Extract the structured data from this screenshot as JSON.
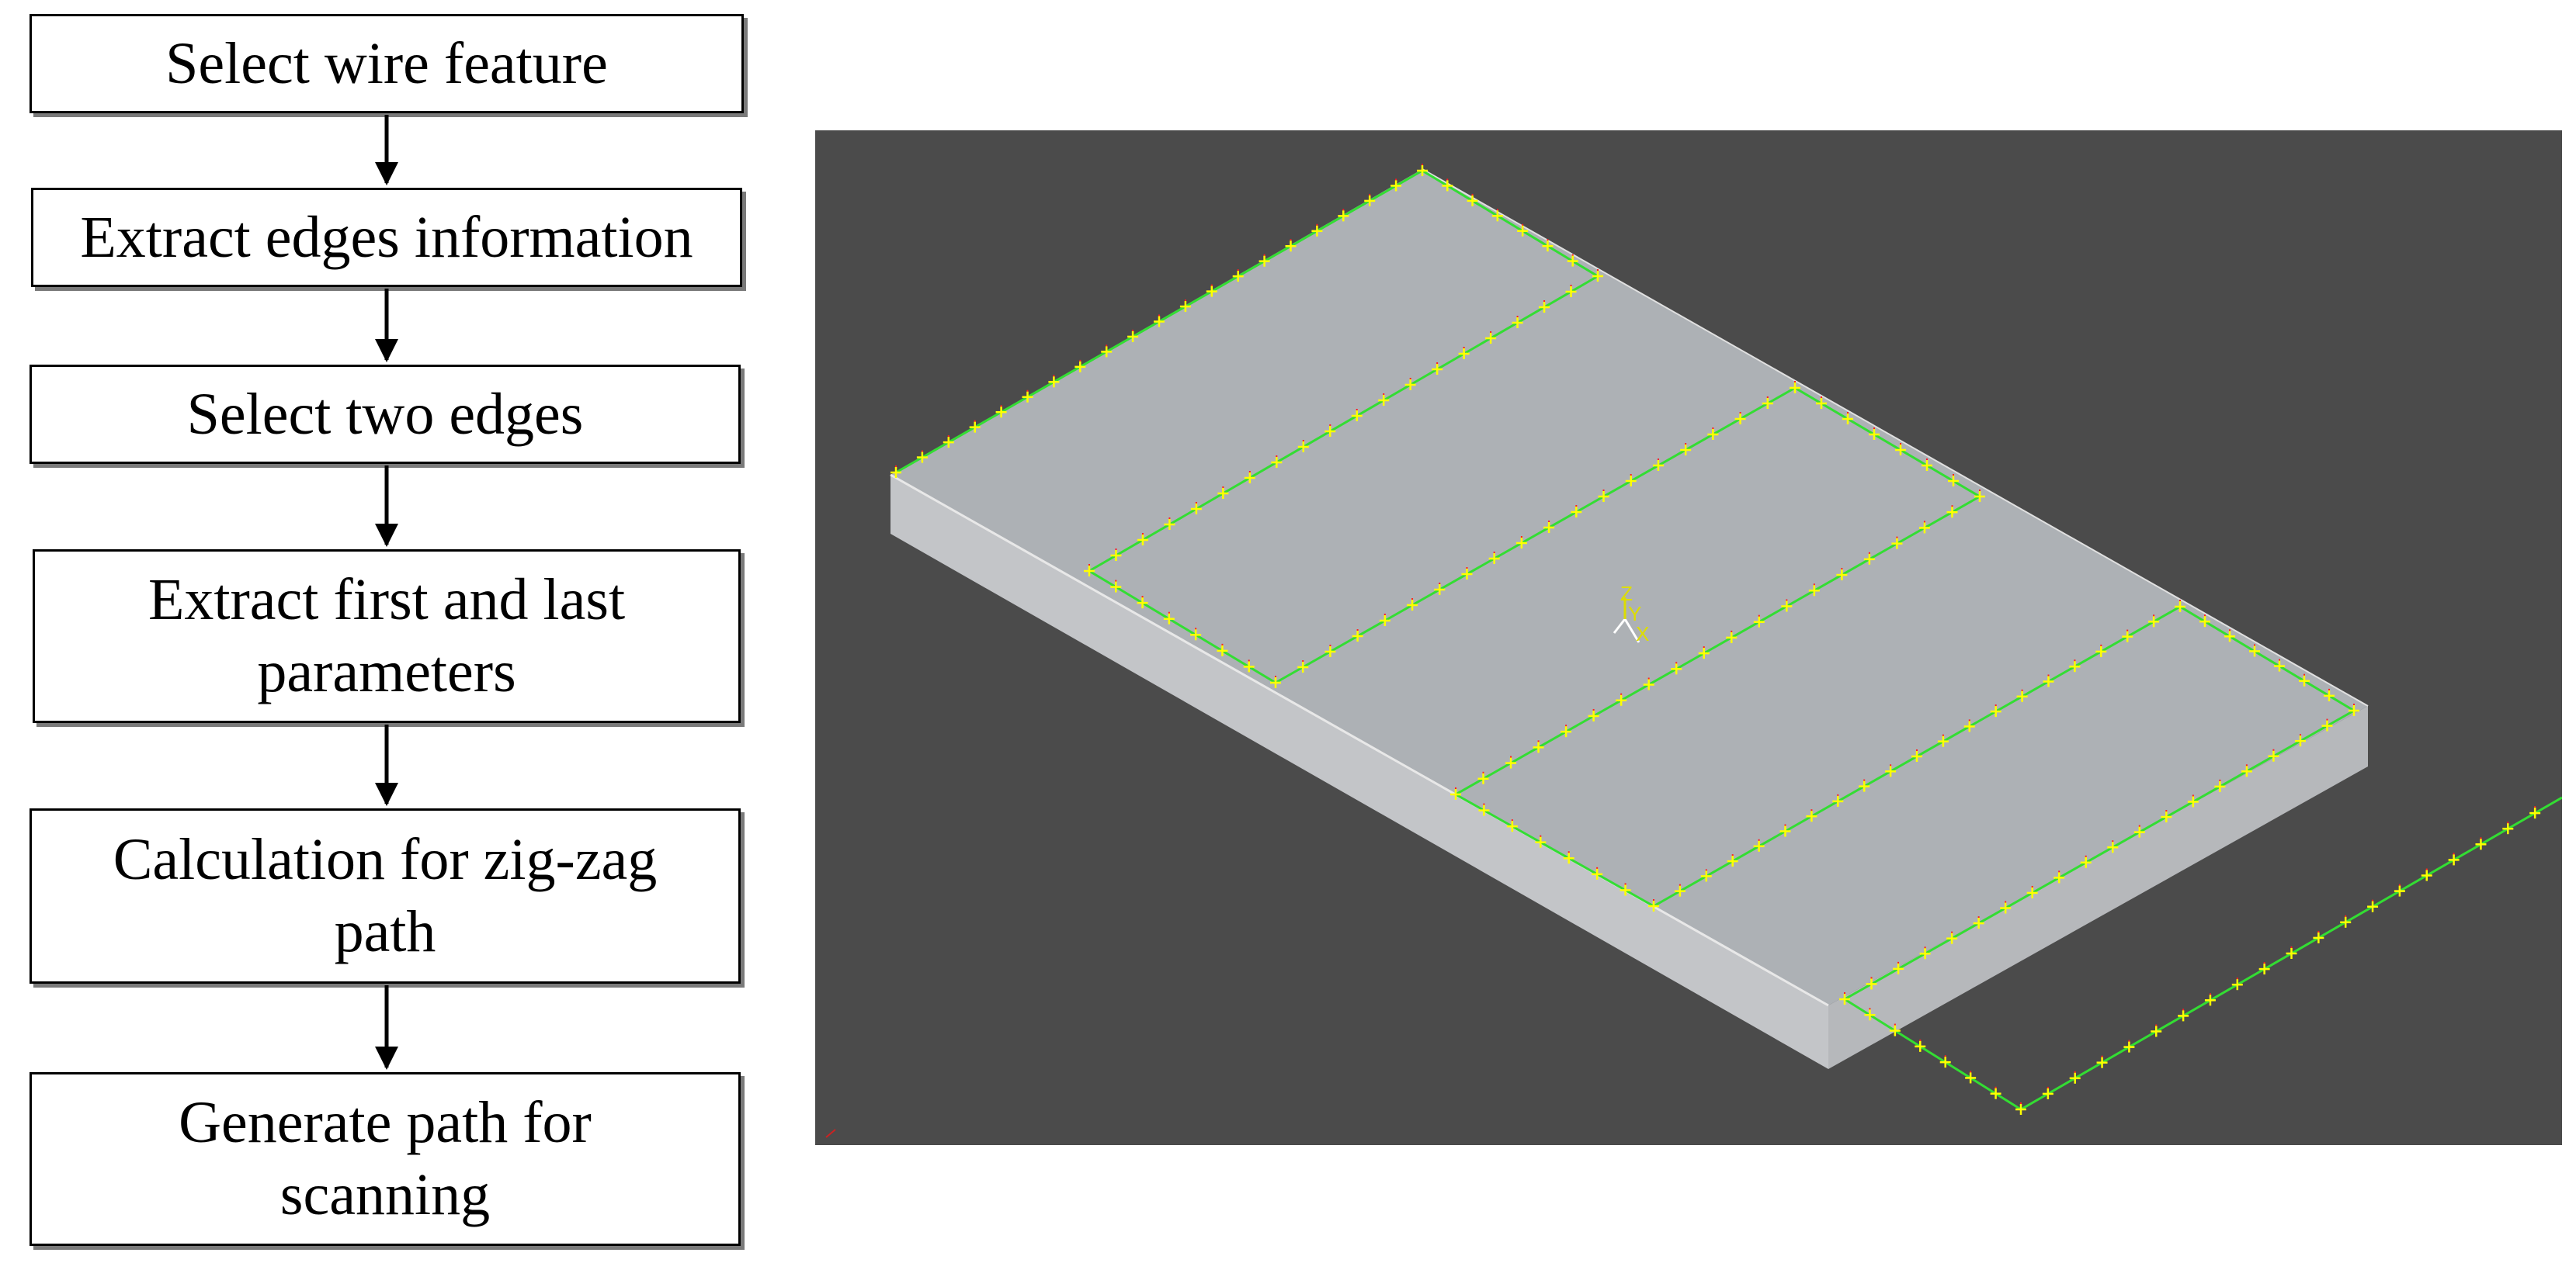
{
  "flowchart": {
    "steps": [
      {
        "label": "Select wire feature"
      },
      {
        "label": "Extract edges information"
      },
      {
        "label": "Select two edges"
      },
      {
        "label": "Extract first and last\nparameters"
      },
      {
        "label": "Calculation for zig-zag\npath"
      },
      {
        "label": "Generate path for\nscanning"
      }
    ]
  },
  "viewport": {
    "background": "#4b4b4b",
    "plate_top_color": "#adb1b5",
    "plate_left_color": "#c3c5c8",
    "plate_right_color": "#b6b8bb",
    "path_color": "#33dd33",
    "marker_color": "#ffff00",
    "marker_accent_color": "#ff2020",
    "axis_color": "#dddd00",
    "axis_labels": {
      "z": "Z",
      "y": "Y",
      "x": "X"
    }
  }
}
